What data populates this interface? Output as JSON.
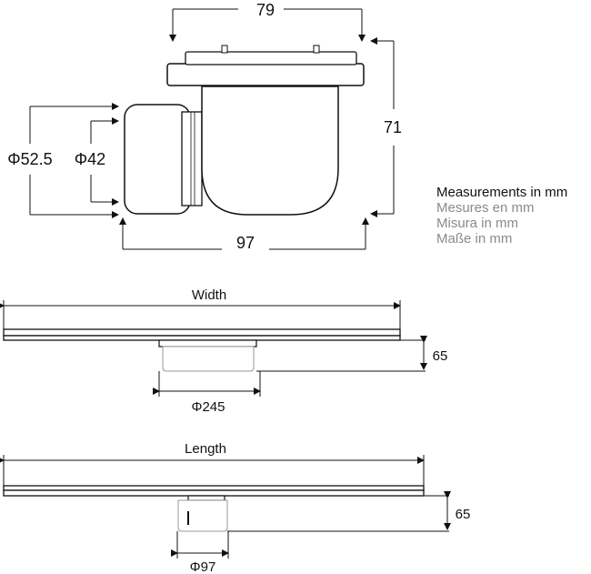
{
  "top_view": {
    "dim_top": "79",
    "dim_right": "71",
    "dim_bottom": "97",
    "dim_outer": "Φ52.5",
    "dim_inner": "Φ42"
  },
  "legend": {
    "en": "Measurements in mm",
    "fr": "Mesures en mm",
    "it": "Misura in mm",
    "de": "Maße in mm"
  },
  "width_view": {
    "label": "Width",
    "height": "65",
    "diameter": "Φ245"
  },
  "length_view": {
    "label": "Length",
    "height": "65",
    "diameter": "Φ97"
  },
  "colors": {
    "line": "#111111",
    "fill": "#ffffff",
    "legend_secondary": "#8a8a8a"
  }
}
